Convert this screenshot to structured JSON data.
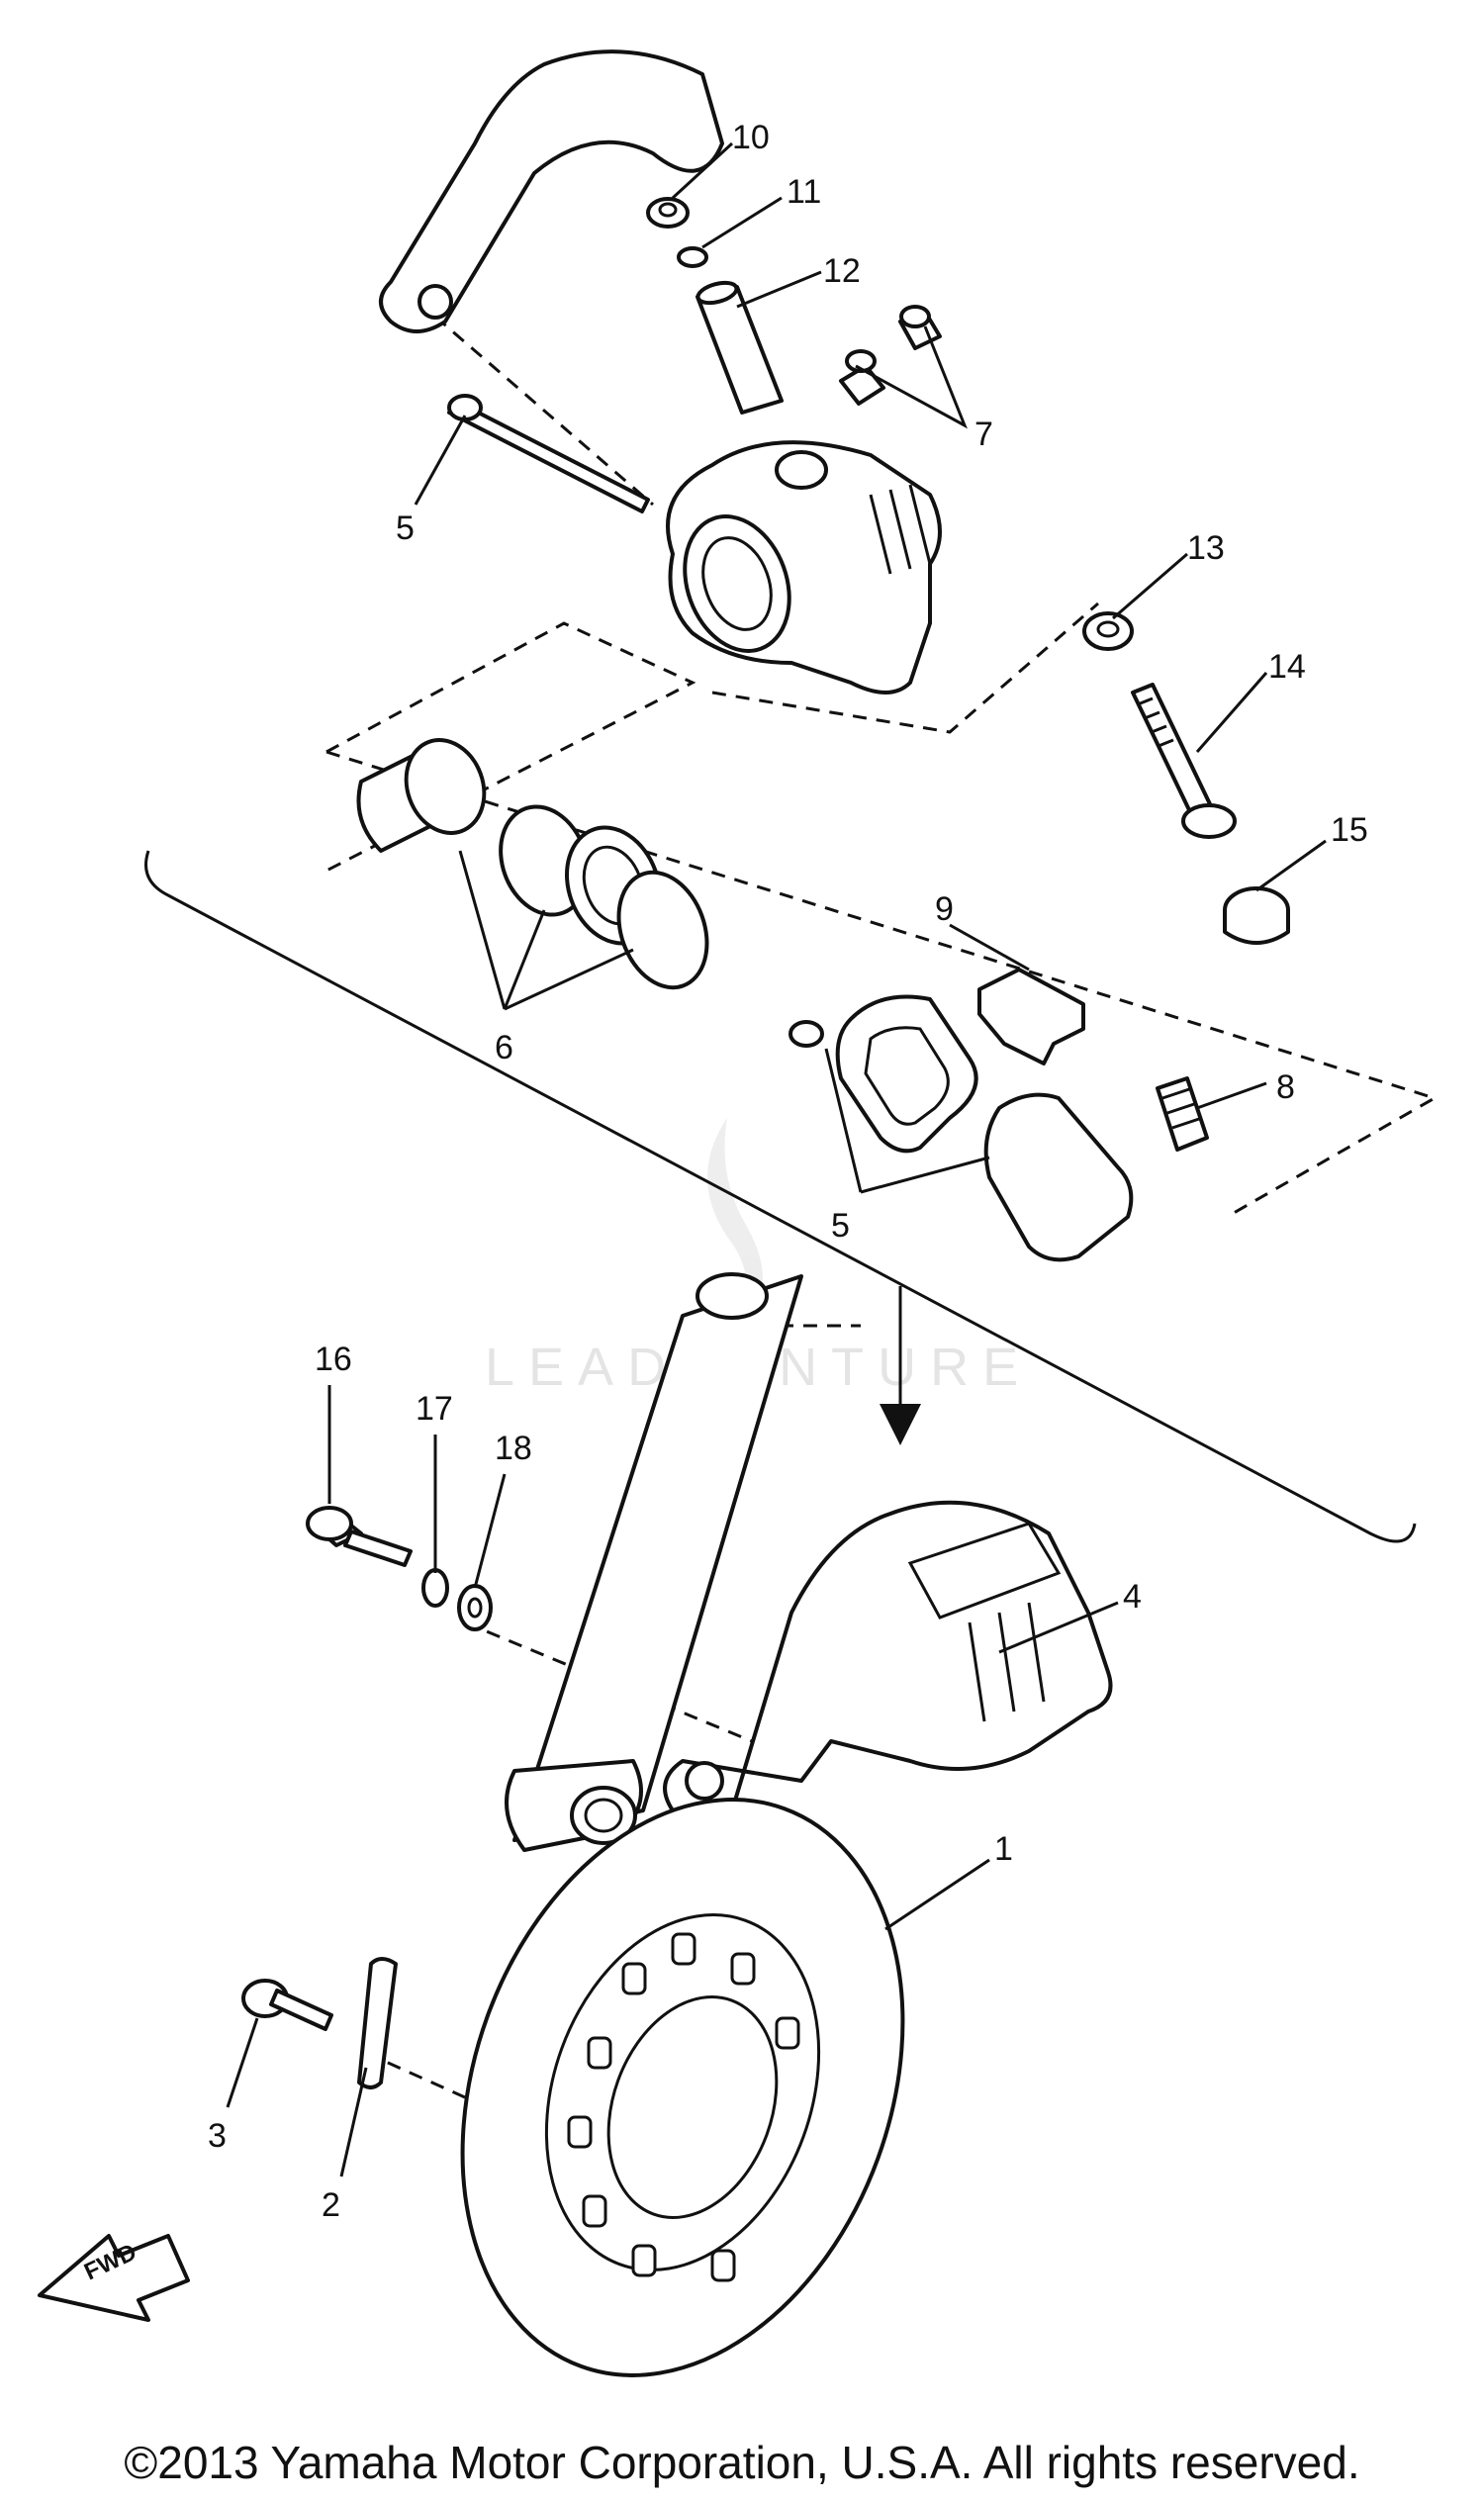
{
  "watermark": "LEADVENTURE",
  "copyright": "©2013 Yamaha Motor Corporation, U.S.A. All rights reserved.",
  "fwd_label": "FWD",
  "callouts": {
    "c1": "1",
    "c2": "2",
    "c3": "3",
    "c4": "4",
    "c5a": "5",
    "c5b": "5",
    "c6": "6",
    "c7": "7",
    "c8": "8",
    "c9": "9",
    "c10": "10",
    "c11": "11",
    "c12": "12",
    "c13": "13",
    "c14": "14",
    "c15": "15",
    "c16": "16",
    "c17": "17",
    "c18": "18"
  }
}
